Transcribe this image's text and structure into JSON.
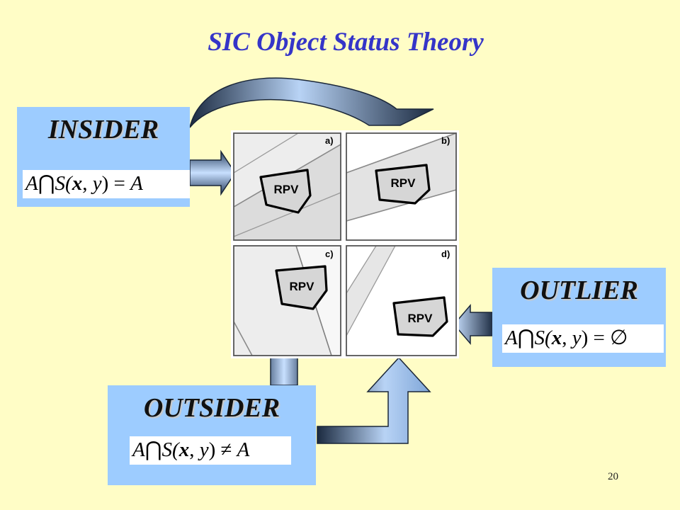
{
  "slide": {
    "title": "SIC Object Status Theory",
    "page_number": "20"
  },
  "boxes": {
    "insider": {
      "heading": "INSIDER",
      "formula": {
        "a": "A",
        "cap": "⋂",
        "s": "S(",
        "x": "x",
        "comma": ", ",
        "y": "y",
        "close": ")",
        "op": " = ",
        "rhs": "A"
      }
    },
    "outlier": {
      "heading": "OUTLIER",
      "formula": {
        "a": "A",
        "cap": "⋂",
        "s": "S(",
        "x": "x",
        "comma": ", ",
        "y": "y",
        "close": ")",
        "op": " = ",
        "rhs": "∅"
      }
    },
    "outsider": {
      "heading": "OUTSIDER",
      "formula": {
        "a": "A",
        "cap": "⋂",
        "s": "S(",
        "x": "x",
        "comma": ", ",
        "y": "y",
        "close": ")",
        "op": " ≠ ",
        "rhs": "A"
      }
    }
  },
  "panels": [
    {
      "tag": "a)",
      "label": "RPV"
    },
    {
      "tag": "b)",
      "label": "RPV"
    },
    {
      "tag": "c)",
      "label": "RPV"
    },
    {
      "tag": "d)",
      "label": "RPV"
    }
  ],
  "colors": {
    "background": "#fffdc6",
    "title": "#3535c8",
    "box": "#9dccff",
    "arrow_light": "#c3dcff",
    "arrow_dark": "#1b2a40"
  }
}
